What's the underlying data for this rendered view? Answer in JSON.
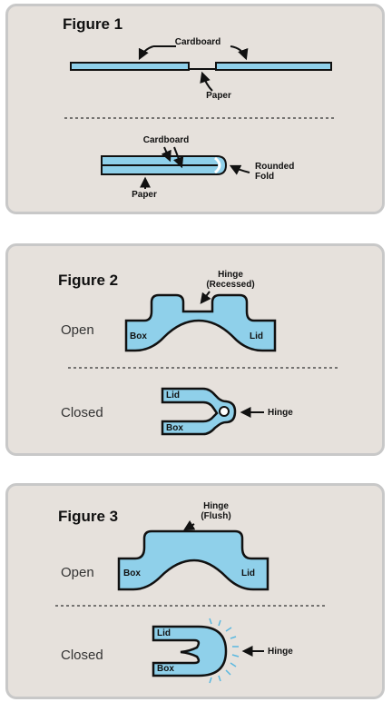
{
  "figure1": {
    "title": "Figure 1",
    "cardboard_top": "Cardboard",
    "paper_top": "Paper",
    "cardboard_bottom": "Cardboard",
    "paper_bottom": "Paper",
    "rounded_fold_line1": "Rounded",
    "rounded_fold_line2": "Fold"
  },
  "figure2": {
    "title": "Figure 2",
    "hinge_line1": "Hinge",
    "hinge_line2": "(Recessed)",
    "open_label": "Open",
    "closed_label": "Closed",
    "box_open": "Box",
    "lid_open": "Lid",
    "lid_closed": "Lid",
    "box_closed": "Box",
    "hinge_closed": "Hinge"
  },
  "figure3": {
    "title": "Figure 3",
    "hinge_line1": "Hinge",
    "hinge_line2": "(Flush)",
    "open_label": "Open",
    "closed_label": "Closed",
    "box_open": "Box",
    "lid_open": "Lid",
    "lid_closed": "Lid",
    "box_closed": "Box",
    "hinge_closed": "Hinge"
  },
  "colors": {
    "panel_bg": "#e6e1dc",
    "panel_border": "#c8c8c8",
    "material_fill": "#8fd0ea",
    "outline": "#111111"
  }
}
